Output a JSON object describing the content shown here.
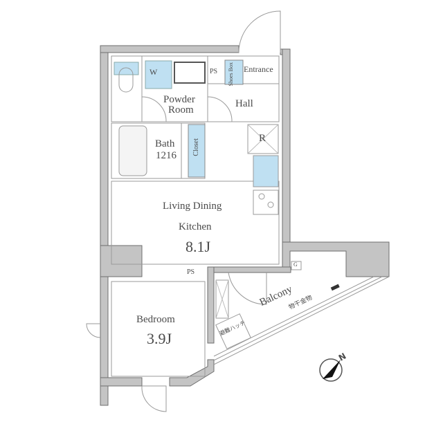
{
  "floor_plan": {
    "rooms": {
      "powder_room": {
        "label_line1": "Powder",
        "label_line2": "Room"
      },
      "washer": {
        "label": "W"
      },
      "ps_top": {
        "label": "PS"
      },
      "shoes_box": {
        "label": "Shoes Box"
      },
      "entrance": {
        "label": "Entrance"
      },
      "hall": {
        "label": "Hall"
      },
      "bath": {
        "label": "Bath",
        "size": "1216"
      },
      "closet": {
        "label": "Closet"
      },
      "refrigerator": {
        "label": "R"
      },
      "ldk": {
        "label_line1": "Living Dining",
        "label_line2": "Kitchen",
        "size": "8.1J"
      },
      "ps_bottom": {
        "label": "PS"
      },
      "bedroom": {
        "label": "Bedroom",
        "size": "3.9J"
      },
      "balcony": {
        "label": "Balcony",
        "hatch": "避難ハッチ",
        "laundry": "物干金物",
        "gas_meter": "G"
      }
    },
    "compass": {
      "label": "N",
      "icon": "north-arrow-icon"
    },
    "colors": {
      "wall": "#c4c4c4",
      "wall_stroke": "#6e6e6e",
      "fixture_blue": "#bfe0f2",
      "line": "#9a9a9a",
      "text": "#4a4a4a"
    }
  }
}
